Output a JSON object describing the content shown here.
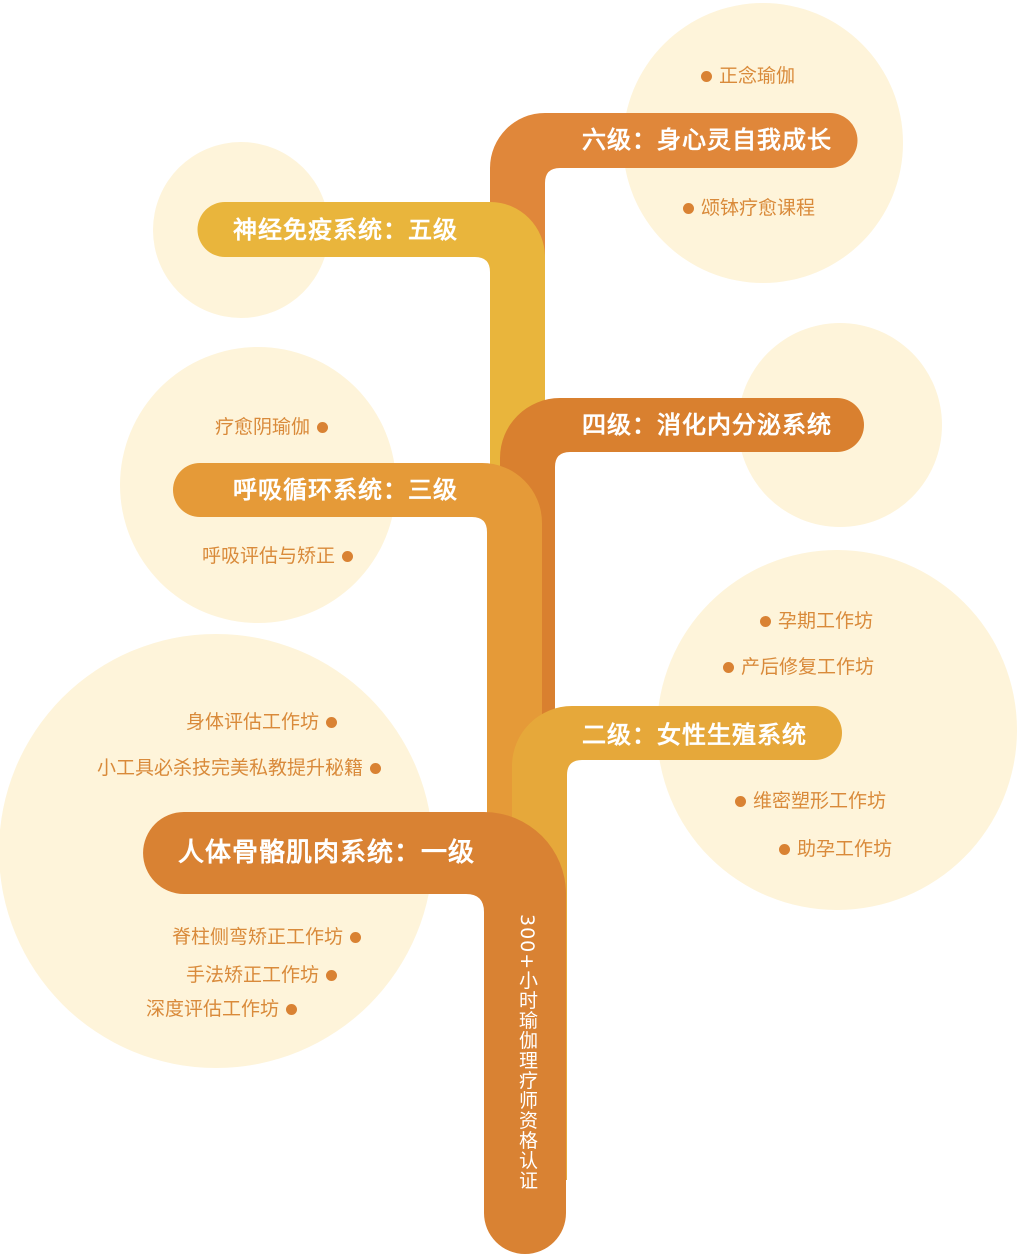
{
  "colors": {
    "circle": "#FEF4DA",
    "level6": "#E0873A",
    "level5": "#E9B53C",
    "level4": "#D9802F",
    "level3": "#E59A38",
    "level2": "#E6A83A",
    "level1": "#D98233",
    "item_text": "#D98A3A"
  },
  "trunk_label": "300+小时瑜伽理疗师资格认证",
  "levels": {
    "l6": {
      "title": "六级：身心灵自我成长",
      "items": [
        "正念瑜伽",
        "颂钵疗愈课程"
      ]
    },
    "l5": {
      "title": "神经免疫系统：五级",
      "items": []
    },
    "l4": {
      "title": "四级：消化内分泌系统",
      "items": []
    },
    "l3": {
      "title": "呼吸循环系统：三级",
      "items": [
        "疗愈阴瑜伽",
        "呼吸评估与矫正"
      ]
    },
    "l2": {
      "title": "二级：女性生殖系统",
      "items": [
        "孕期工作坊",
        "产后修复工作坊",
        "维密塑形工作坊",
        "助孕工作坊"
      ]
    },
    "l1": {
      "title": "人体骨骼肌肉系统：一级",
      "items": [
        "身体评估工作坊",
        "小工具必杀技完美私教提升秘籍",
        "脊柱侧弯矫正工作坊",
        "手法矫正工作坊",
        "深度评估工作坊"
      ]
    }
  }
}
